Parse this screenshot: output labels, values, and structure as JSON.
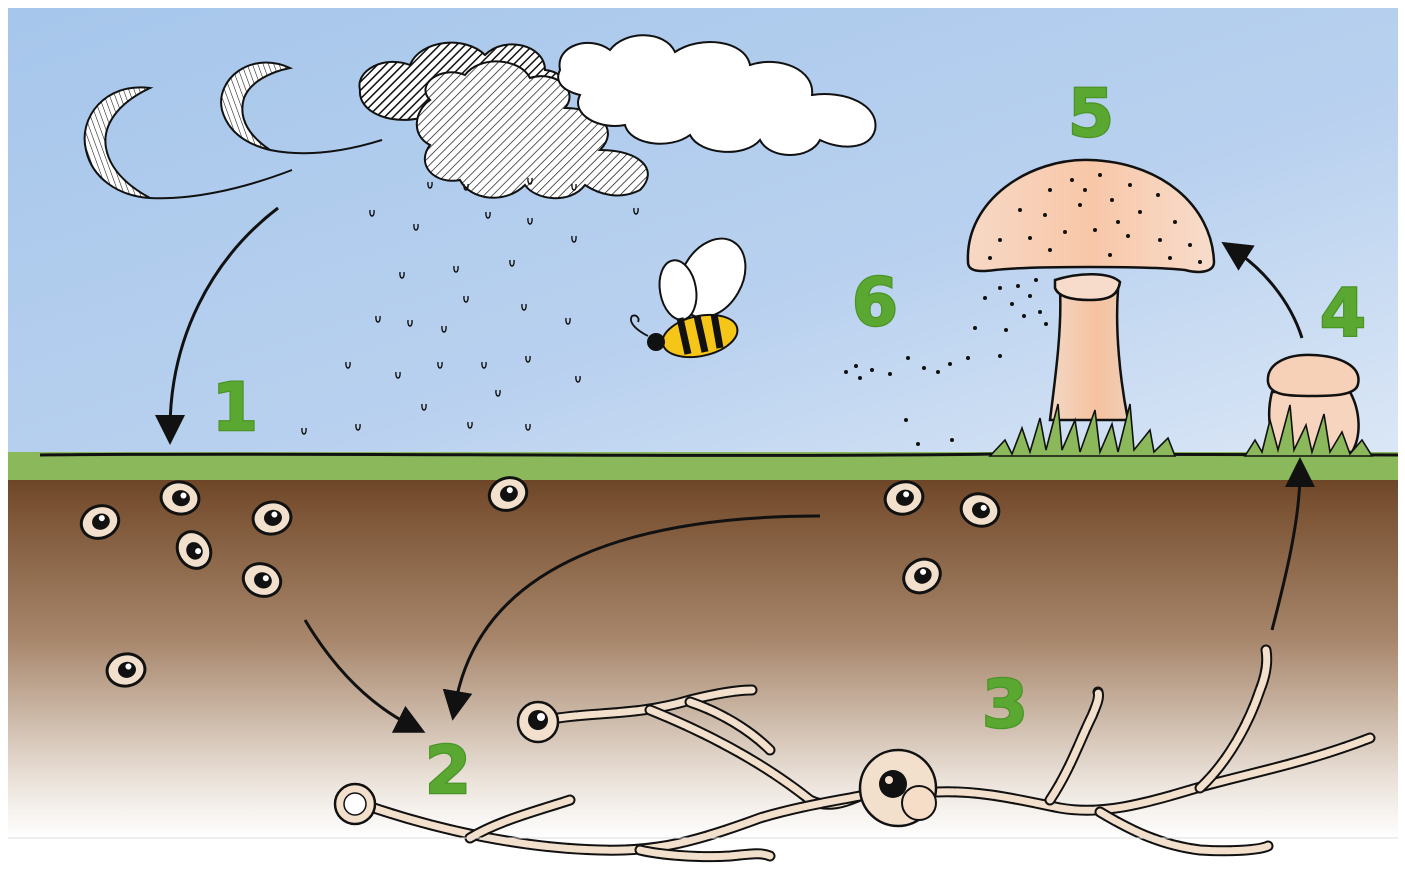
{
  "diagram": {
    "steps": [
      {
        "label": "1"
      },
      {
        "label": "2"
      },
      {
        "label": "3"
      },
      {
        "label": "4"
      },
      {
        "label": "5"
      },
      {
        "label": "6"
      }
    ],
    "colors": {
      "sky_top": "#a9c8ec",
      "sky_bottom": "#bcd3ef",
      "grass": "#8bb85a",
      "soil_top": "#6f4727",
      "soil_mid": "#a07f63",
      "soil_bottom": "#ffffff",
      "step_label": "#5aa832",
      "mushroom_cap": "#f6d3bd",
      "spore_fill": "#f3e0cc",
      "ink": "#111111"
    },
    "icons": [
      "wind-icon",
      "cloud-icon",
      "rain-icon",
      "bee-icon",
      "mushroom-icon",
      "button-mushroom-icon",
      "spore-icon",
      "mycelium-icon",
      "grass-icon"
    ]
  }
}
